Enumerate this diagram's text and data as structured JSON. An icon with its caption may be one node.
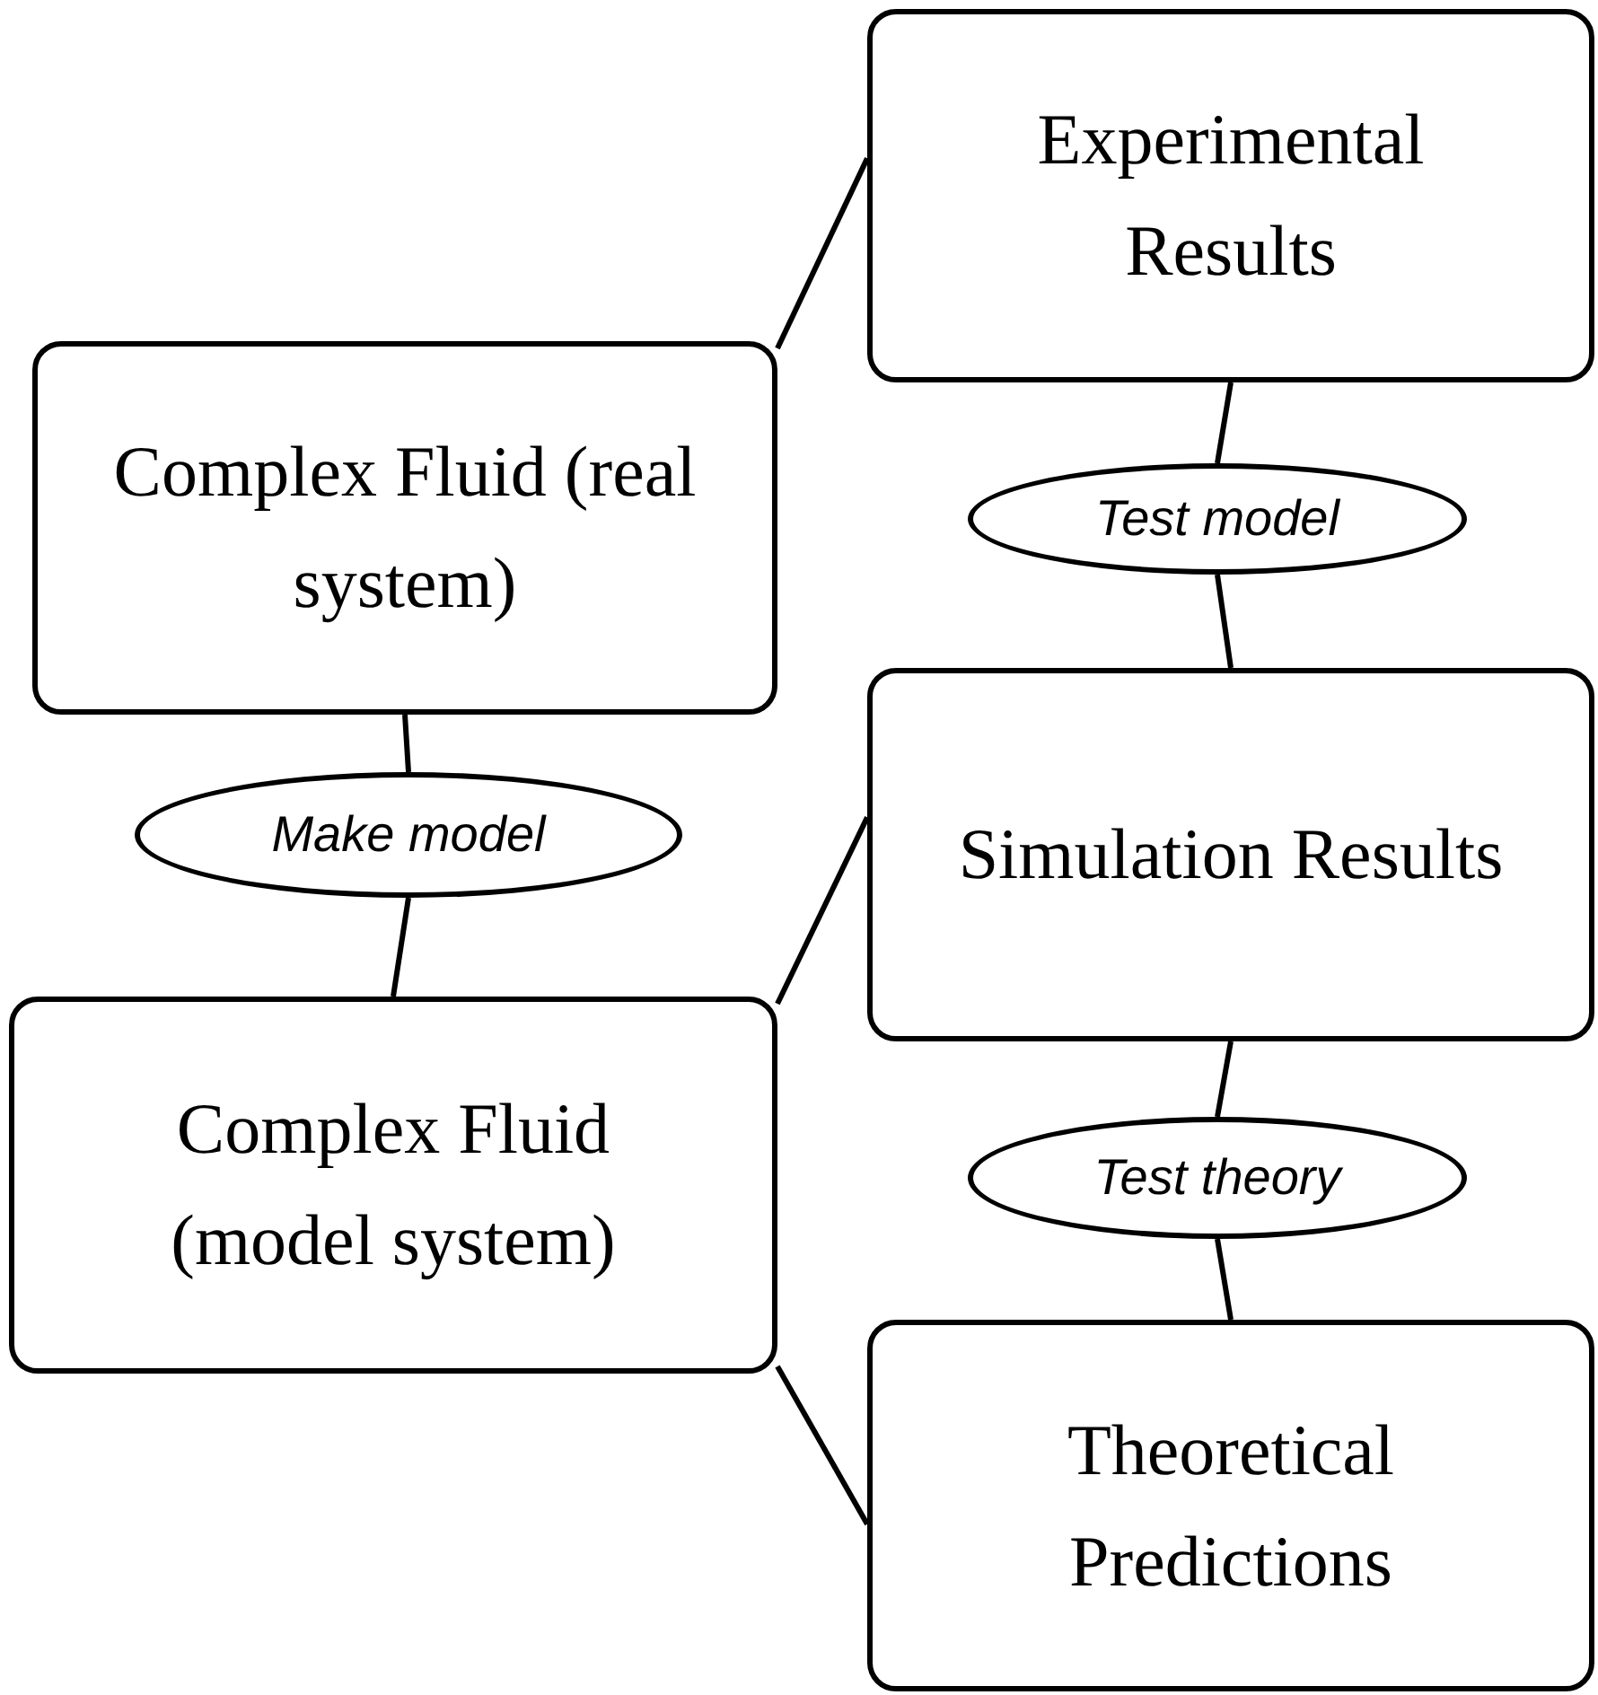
{
  "diagram": {
    "nodes": [
      {
        "text": [
          "Experimental Results"
        ]
      },
      {
        "text": [
          "Complex Fluid (real system)"
        ]
      },
      {
        "text": [
          "Test model"
        ]
      },
      {
        "text": [
          "Simulation Results"
        ]
      },
      {
        "text": [
          "Make model"
        ]
      },
      {
        "text": [
          "Complex Fluid (model system)"
        ]
      },
      {
        "text": [
          "Test theory"
        ]
      },
      {
        "text": [
          "Theoretical Predictions"
        ]
      }
    ],
    "edges": [
      {
        "from": 1,
        "to": 0,
        "arrow": "none"
      },
      {
        "from": 0,
        "to": 2,
        "arrow": "none"
      },
      {
        "from": 2,
        "to": 3,
        "arrow": "none"
      },
      {
        "from": 1,
        "to": 4,
        "arrow": "none"
      },
      {
        "from": 4,
        "to": 5,
        "arrow": "none"
      },
      {
        "from": 5,
        "to": 3,
        "arrow": "none"
      },
      {
        "from": 3,
        "to": 6,
        "arrow": "none"
      },
      {
        "from": 6,
        "to": 7,
        "arrow": "none"
      },
      {
        "from": 5,
        "to": 7,
        "arrow": "none"
      }
    ]
  }
}
